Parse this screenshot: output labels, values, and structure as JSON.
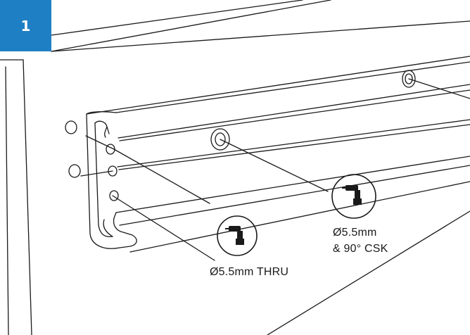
{
  "step": {
    "number": "1"
  },
  "callouts": {
    "csk": {
      "line1": "Ø5.5mm",
      "line2": "& 90° CSK"
    },
    "thru": {
      "text": "Ø5.5mm THRU"
    }
  },
  "icons": [
    "drill-icon",
    "drill-icon"
  ],
  "colors": {
    "badge": "#1f7fc4",
    "line": "#1a1a1a",
    "background": "#ffffff"
  }
}
